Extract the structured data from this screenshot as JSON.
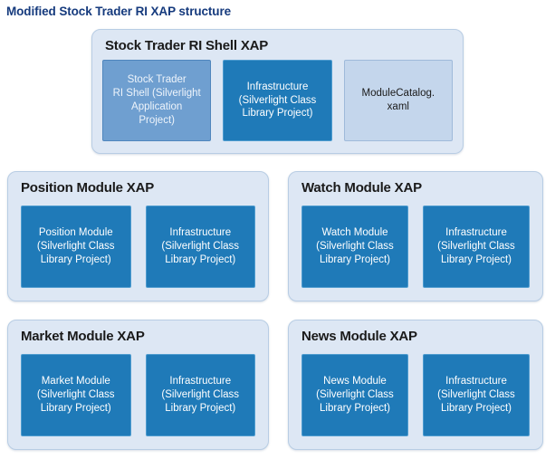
{
  "page": {
    "title": "Modified Stock Trader RI XAP structure",
    "title_color": "#153a7d",
    "background": "#ffffff"
  },
  "colors": {
    "panel_fill": "#dde7f4",
    "panel_border": "#b8cde4",
    "box_dark_fill": "#1f7ab8",
    "box_dark_border": "#4f9ccf",
    "box_medium_fill": "#6f9fd0",
    "box_medium_border": "#4f86bd",
    "box_pale_fill": "#c4d6ec",
    "box_pale_border": "#9fbada"
  },
  "diagram": {
    "type": "block-diagram",
    "panels": [
      {
        "id": "shell",
        "title": "Stock Trader RI Shell XAP",
        "boxes": [
          {
            "style": "medium",
            "kind": "silverlight-application-project",
            "lines": [
              "Stock Trader",
              "RI Shell (Silverlight",
              "Application",
              "Project)"
            ]
          },
          {
            "style": "dark",
            "kind": "silverlight-class-library-project",
            "lines": [
              "Infrastructure",
              "(Silverlight Class",
              "Library Project)"
            ]
          },
          {
            "style": "pale",
            "kind": "xaml-file",
            "lines": [
              "ModuleCatalog.",
              "xaml"
            ]
          }
        ]
      },
      {
        "id": "position",
        "title": "Position Module XAP",
        "boxes": [
          {
            "style": "dark",
            "kind": "silverlight-class-library-project",
            "lines": [
              "Position Module",
              "(Silverlight Class",
              "Library Project)"
            ]
          },
          {
            "style": "dark",
            "kind": "silverlight-class-library-project",
            "lines": [
              "Infrastructure",
              "(Silverlight Class",
              "Library Project)"
            ]
          }
        ]
      },
      {
        "id": "watch",
        "title": "Watch Module XAP",
        "boxes": [
          {
            "style": "dark",
            "kind": "silverlight-class-library-project",
            "lines": [
              "Watch Module",
              "(Silverlight Class",
              "Library Project)"
            ]
          },
          {
            "style": "dark",
            "kind": "silverlight-class-library-project",
            "lines": [
              "Infrastructure",
              "(Silverlight Class",
              "Library Project)"
            ]
          }
        ]
      },
      {
        "id": "market",
        "title": "Market Module XAP",
        "boxes": [
          {
            "style": "dark",
            "kind": "silverlight-class-library-project",
            "lines": [
              "Market Module",
              "(Silverlight Class",
              "Library Project)"
            ]
          },
          {
            "style": "dark",
            "kind": "silverlight-class-library-project",
            "lines": [
              "Infrastructure",
              "(Silverlight Class",
              "Library Project)"
            ]
          }
        ]
      },
      {
        "id": "news",
        "title": "News Module XAP",
        "boxes": [
          {
            "style": "dark",
            "kind": "silverlight-class-library-project",
            "lines": [
              "News Module",
              "(Silverlight Class",
              "Library Project)"
            ]
          },
          {
            "style": "dark",
            "kind": "silverlight-class-library-project",
            "lines": [
              "Infrastructure",
              "(Silverlight Class",
              "Library Project)"
            ]
          }
        ]
      }
    ]
  }
}
